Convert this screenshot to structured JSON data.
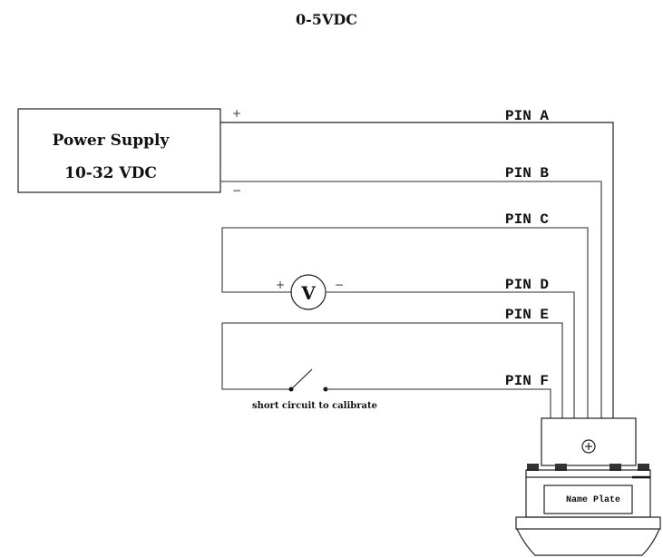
{
  "title": "0-5VDC",
  "power_supply": {
    "line1": "Power Supply",
    "line2": "10-32 VDC",
    "plus": "+",
    "minus": "−"
  },
  "pins": [
    {
      "label": "PIN A",
      "connects_to": "power-supply-positive"
    },
    {
      "label": "PIN B",
      "connects_to": "power-supply-negative"
    },
    {
      "label": "PIN C",
      "connects_to": "voltmeter-loop"
    },
    {
      "label": "PIN D",
      "connects_to": "voltmeter-negative"
    },
    {
      "label": "PIN E",
      "connects_to": "calibration-switch-loop"
    },
    {
      "label": "PIN F",
      "connects_to": "calibration-switch"
    }
  ],
  "voltmeter": {
    "symbol": "V",
    "plus": "+",
    "minus": "−"
  },
  "switch": {
    "caption": "short circuit to calibrate"
  },
  "sensor": {
    "name_plate": "Name Plate",
    "screw_symbol": "⊕"
  }
}
